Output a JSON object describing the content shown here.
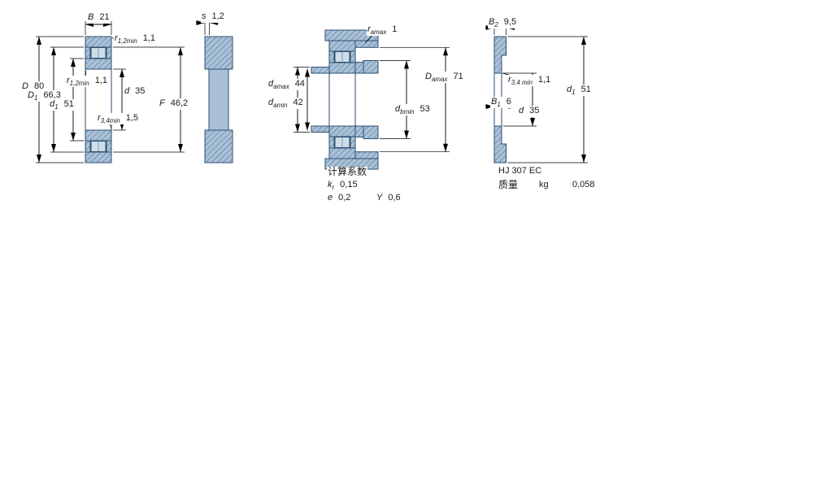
{
  "colors": {
    "fill": "#a9c0d6",
    "fill_light": "#cfdde9",
    "hatch": "#486b90",
    "outline": "#2e4f72",
    "dim_line": "#000000",
    "text": "#1a1a1a"
  },
  "front_view": {
    "dims": {
      "B": {
        "sym": "B",
        "sub": "",
        "value": "21"
      },
      "r12_top": {
        "sym": "r",
        "sub": "1,2min",
        "value": "1,1"
      },
      "D": {
        "sym": "D",
        "sub": "",
        "value": "80"
      },
      "D1": {
        "sym": "D",
        "sub": "1",
        "value": "66,3"
      },
      "r12_side": {
        "sym": "r",
        "sub": "1,2min",
        "value": "1,1"
      },
      "d1": {
        "sym": "d",
        "sub": "1",
        "value": "51"
      },
      "d": {
        "sym": "d",
        "sub": "",
        "value": "35"
      },
      "r34": {
        "sym": "r",
        "sub": "3,4min",
        "value": "1,5"
      },
      "F": {
        "sym": "F",
        "sub": "",
        "value": "46,2"
      }
    }
  },
  "side_view": {
    "dims": {
      "s": {
        "sym": "s",
        "sub": "",
        "value": "1,2"
      }
    }
  },
  "mounted_view": {
    "dims": {
      "ra": {
        "sym": "r",
        "sub": "amax",
        "value": "1"
      },
      "damax": {
        "sym": "d",
        "sub": "amax",
        "value": "44"
      },
      "damin": {
        "sym": "d",
        "sub": "amin",
        "value": "42"
      },
      "Damax": {
        "sym": "D",
        "sub": "amax",
        "value": "71"
      },
      "dbmin": {
        "sym": "d",
        "sub": "bmin",
        "value": "53"
      }
    },
    "factors": {
      "title": "计算系数",
      "kr": {
        "sym": "k",
        "sub": "r",
        "value": "0,15"
      },
      "e": {
        "sym": "e",
        "sub": "",
        "value": "0,2"
      },
      "Y": {
        "sym": "Y",
        "sub": "",
        "value": "0,6"
      }
    }
  },
  "ring_view": {
    "dims": {
      "B2": {
        "sym": "B",
        "sub": "2",
        "value": "9,5"
      },
      "r34": {
        "sym": "r",
        "sub": "3,4 min",
        "value": "1,1"
      },
      "d1": {
        "sym": "d",
        "sub": "1",
        "value": "51"
      },
      "B1": {
        "sym": "B",
        "sub": "1",
        "value": "6"
      },
      "d": {
        "sym": "d",
        "sub": "",
        "value": "35"
      }
    },
    "designation": "HJ 307 EC",
    "mass": {
      "label": "质量",
      "unit": "kg",
      "value": "0,058"
    }
  }
}
